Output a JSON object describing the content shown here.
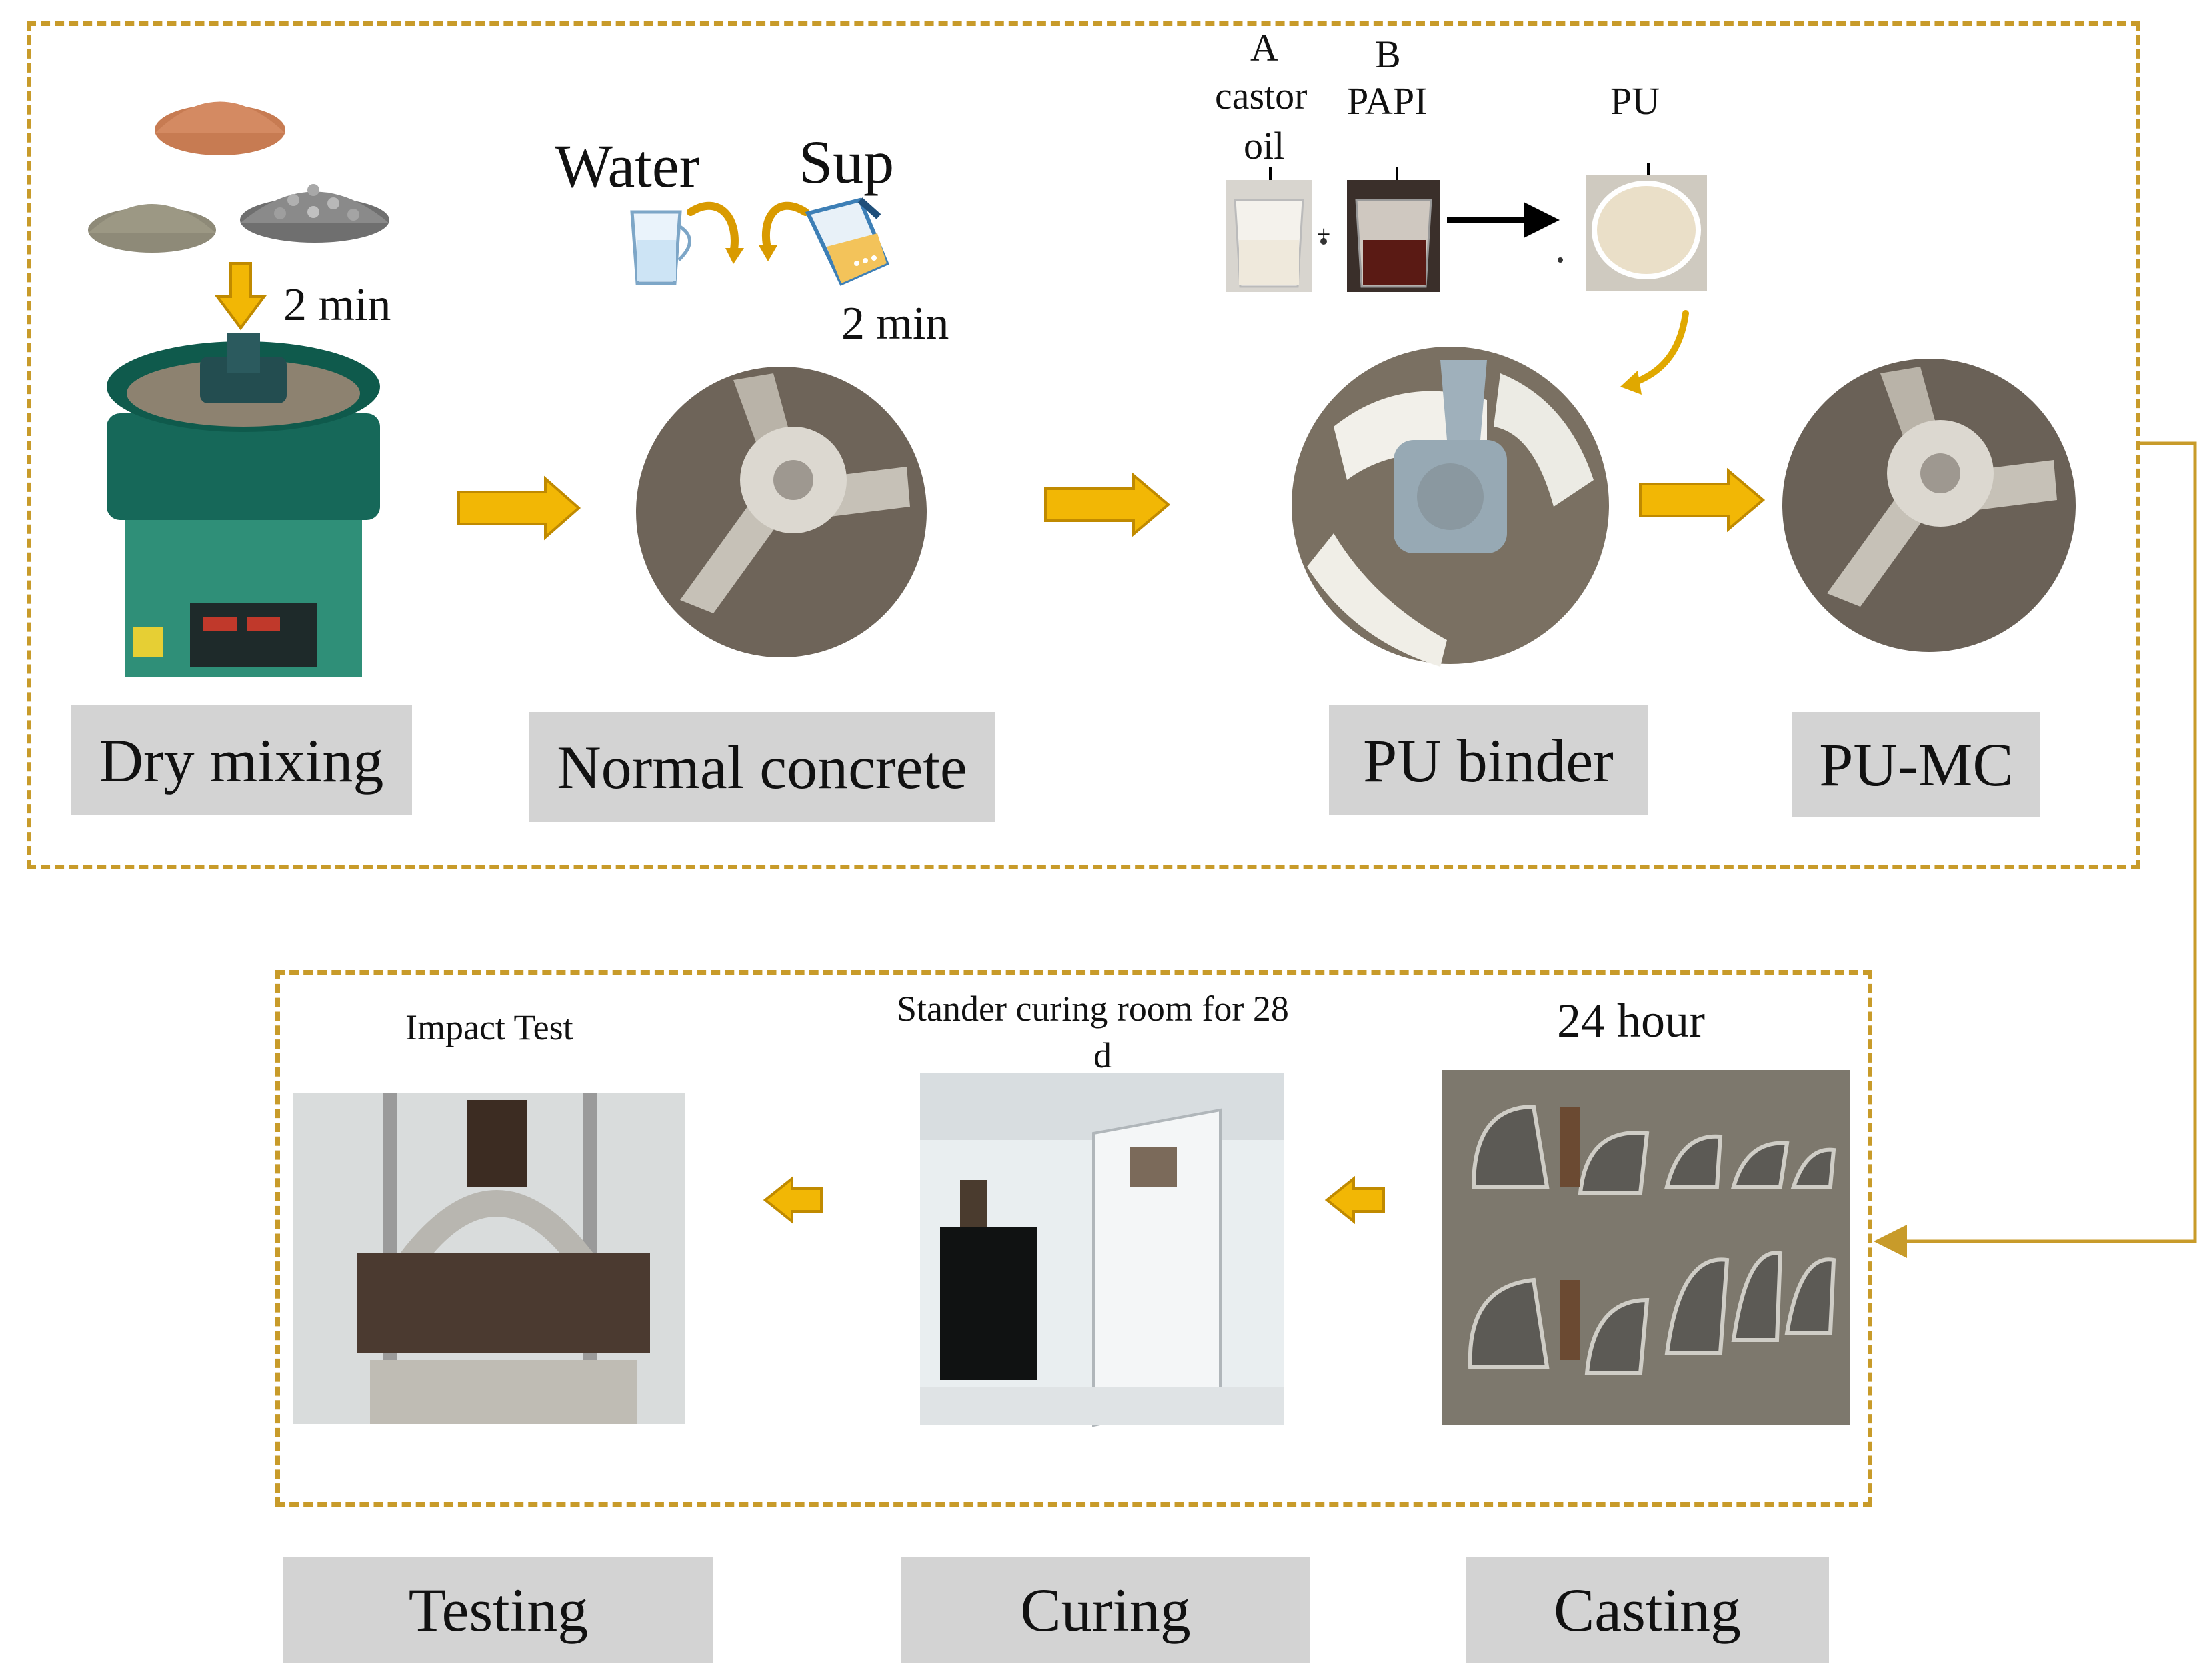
{
  "top_section": {
    "stages": {
      "dry_mixing": "Dry mixing",
      "normal_concrete": "Normal concrete",
      "pu_binder": "PU binder",
      "pu_mc": "PU-MC"
    },
    "time_dry": "2 min",
    "time_wet": "2 min",
    "water_label": "Water",
    "sup_label": "Sup",
    "component_a": {
      "letter": "A",
      "name_line1": "castor",
      "name_line2": "oil"
    },
    "component_b": {
      "letter": "B",
      "name": "PAPI"
    },
    "pu_label": "PU",
    "plus_sign": "+"
  },
  "bottom_section": {
    "stages": {
      "testing": "Testing",
      "curing": "Curing",
      "casting": "Casting"
    },
    "impact_test_caption": "Impact Test",
    "curing_caption_line1": "Stander curing room for 28",
    "curing_caption_line2": "d",
    "casting_caption": "24 hour"
  },
  "colors": {
    "frame": "#c89b2a",
    "arrow_fill": "#f2b705",
    "arrow_stroke": "#c08a00",
    "label_bg": "#d3d3d3"
  }
}
